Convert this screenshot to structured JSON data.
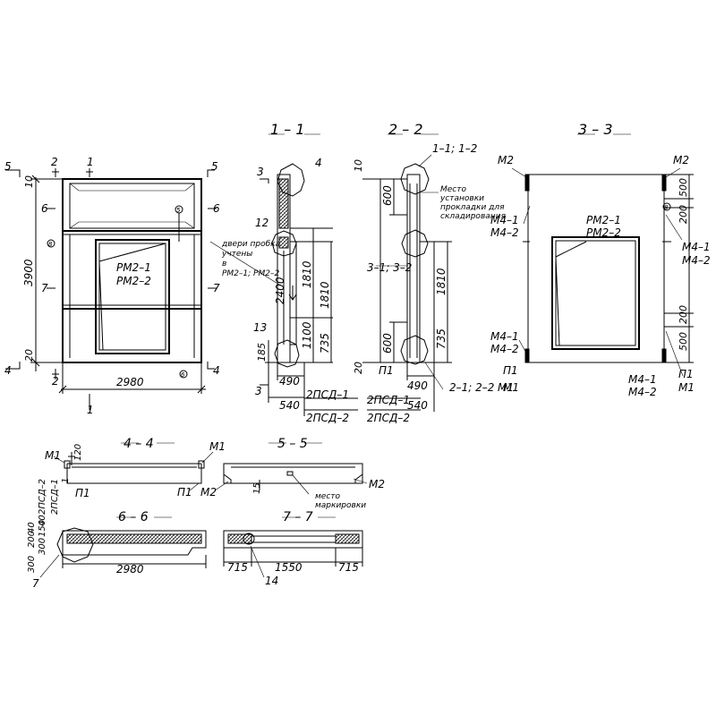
{
  "sections": {
    "s11": "1 – 1",
    "s22": "2 – 2",
    "s33": "3 – 3",
    "s44": "4 – 4",
    "s55": "5 – 5",
    "s66": "6 – 6",
    "s77": "7 – 7"
  },
  "marks": {
    "n1": "1",
    "n2": "2",
    "n3": "3",
    "n4": "4",
    "n5": "5",
    "n6": "6",
    "n7": "7",
    "n12": "12",
    "n13": "13",
    "n14": "14",
    "rm21": "РМ2–1",
    "rm22": "РМ2–2",
    "m1": "М1",
    "m2": "М2",
    "m41": "М4–1",
    "m42": "М4–2",
    "p1": "П1",
    "mk11_12": "1–1; 1–2",
    "mk31_32": "3–1; 3–2",
    "mk21_22": "2–1; 2–2",
    "psd1": "2ПСД–1",
    "psd2": "2ПСД–2",
    "circ5": "5",
    "circ6": "6",
    "circ8": "8"
  },
  "notes": {
    "door_line1": "двери пробка",
    "door_line2": "учтены",
    "door_line3": "в",
    "door_line4": "РМ2–1; РМ2–2",
    "pad_line1": "Место",
    "pad_line2": "установки",
    "pad_line3": "прокладки для",
    "pad_line4": "складирования",
    "mark_line1": "место",
    "mark_line2": "маркировки"
  },
  "dims": {
    "d10": "10",
    "d20": "20",
    "d3900": "3900",
    "d2980": "2980",
    "d2400": "2400",
    "d1810": "1810",
    "d1100": "1100",
    "d735": "735",
    "d185": "185",
    "d490": "490",
    "d540": "540",
    "d600": "600",
    "d500": "500",
    "d200": "200",
    "d120": "120",
    "d15": "15",
    "d300": "300",
    "d40": "40",
    "d150": "150",
    "d715": "715",
    "d1550": "1550"
  }
}
